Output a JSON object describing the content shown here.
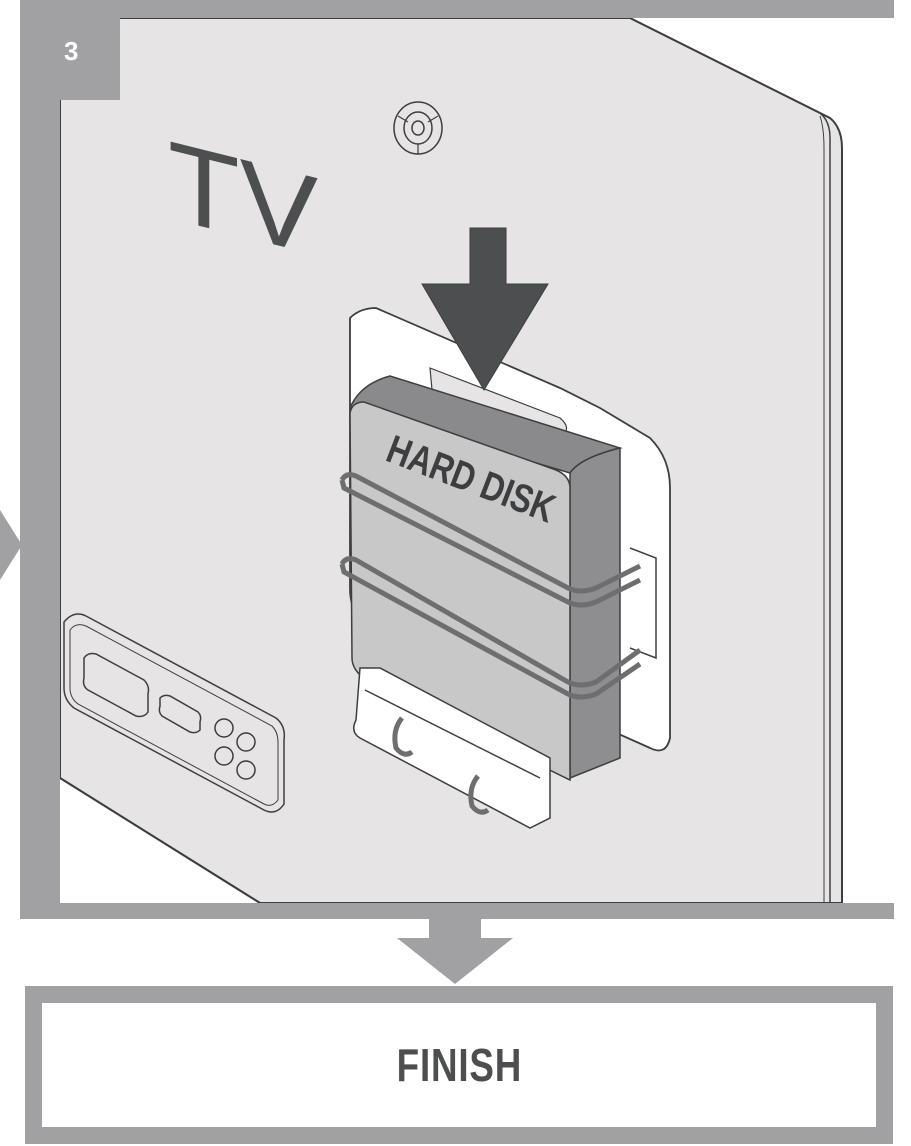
{
  "step": {
    "number": "3"
  },
  "illustration": {
    "tv_label": "TV",
    "disk_label": "HARD DISK"
  },
  "finish": {
    "label": "FINISH"
  },
  "colors": {
    "frame": "#a1a1a3",
    "tv_back": "#e6e4e5",
    "outline": "#3d3e40",
    "text_dark": "#4d4e50",
    "disk_front": "#c8c8c9",
    "disk_side": "#8e8e90",
    "disk_top": "#8a8a8c",
    "arrow": "#4d4e50"
  },
  "icons": [
    "down-arrow-icon",
    "right-arrow-icon",
    "screw-hole-icon"
  ]
}
